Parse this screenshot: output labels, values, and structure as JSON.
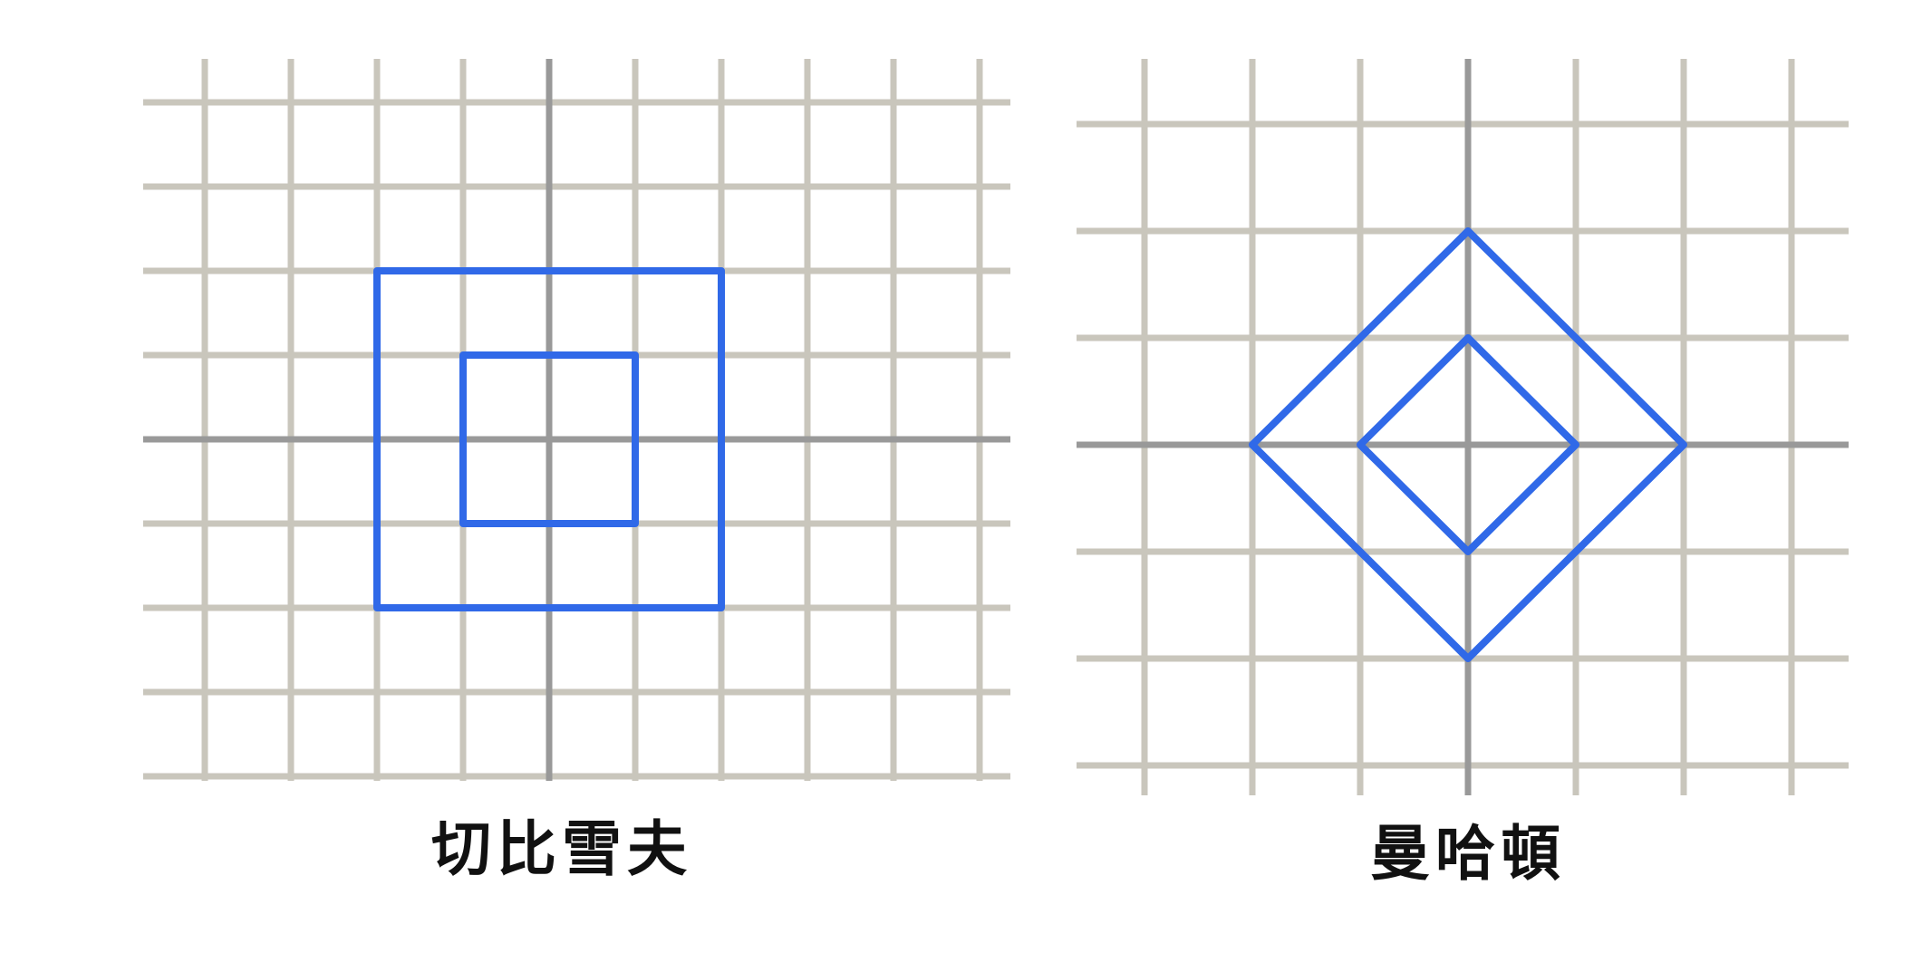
{
  "colors": {
    "grid": "#c9c6bc",
    "axis": "#999999",
    "shape": "#3069e8",
    "text": "#111111",
    "background": "#ffffff"
  },
  "panels": [
    {
      "id": "chebyshev",
      "label": "切比雪夫",
      "grid": {
        "min": -4,
        "max": 5,
        "ymin": -4,
        "ymax": 4
      },
      "shape": "square",
      "radii": [
        1,
        2
      ]
    },
    {
      "id": "manhattan",
      "label": "曼哈頓",
      "grid": {
        "min": -3,
        "max": 3,
        "ymin": -3,
        "ymax": 3
      },
      "shape": "diamond",
      "radii": [
        1,
        2
      ]
    }
  ]
}
